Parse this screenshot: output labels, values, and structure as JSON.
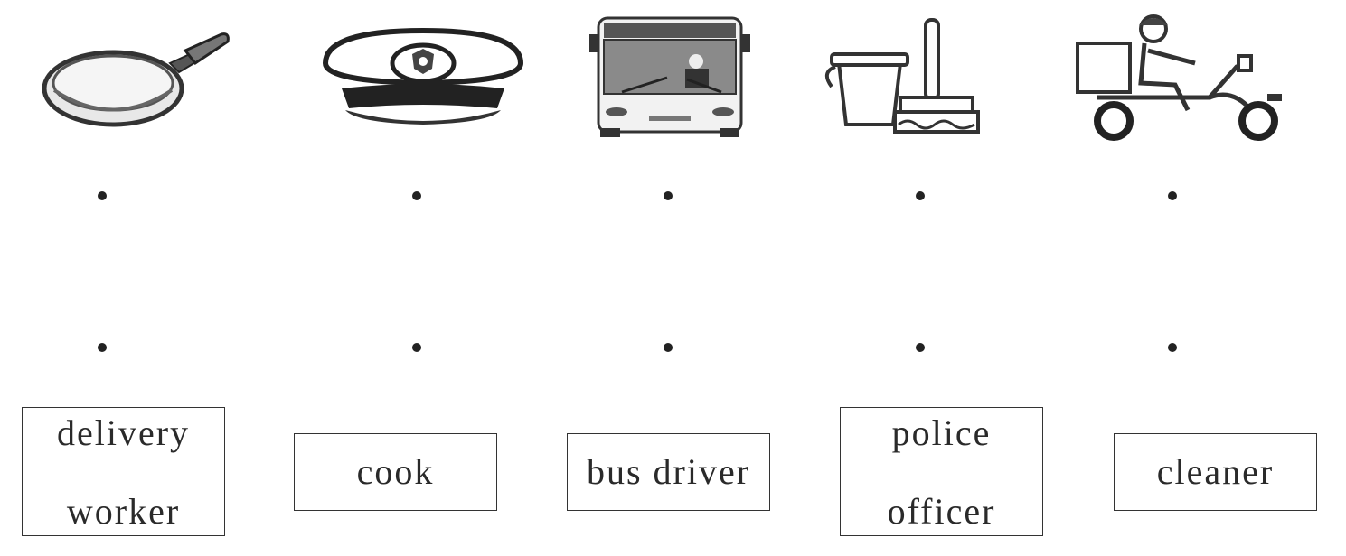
{
  "pictures": [
    {
      "icon": "frying-pan-icon"
    },
    {
      "icon": "police-cap-icon"
    },
    {
      "icon": "bus-icon"
    },
    {
      "icon": "bucket-and-mop-icon"
    },
    {
      "icon": "delivery-scooter-icon"
    }
  ],
  "words": [
    {
      "lines": [
        "delivery",
        "worker"
      ]
    },
    {
      "lines": [
        "cook"
      ]
    },
    {
      "lines": [
        "bus driver"
      ]
    },
    {
      "lines": [
        "police",
        "officer"
      ]
    },
    {
      "lines": [
        "cleaner"
      ]
    }
  ]
}
